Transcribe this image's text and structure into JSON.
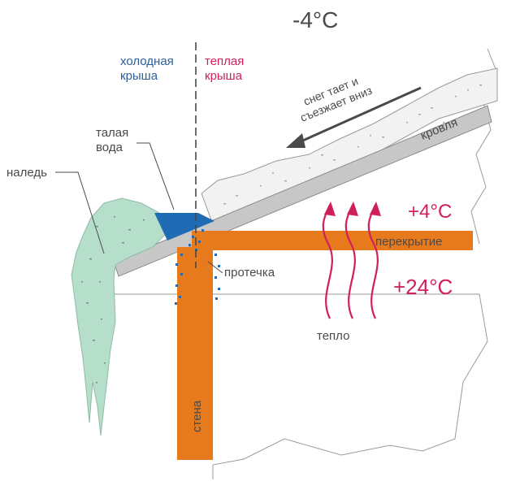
{
  "labels": {
    "outside_temp": "-4°C",
    "cold_roof_line1": "холодная",
    "cold_roof_line2": "крыша",
    "warm_roof_line1": "теплая",
    "warm_roof_line2": "крыша",
    "snow_line1": "снег тает и",
    "snow_line2": "съезжает вниз",
    "roof": "кровля",
    "meltwater_line1": "талая",
    "meltwater_line2": "вода",
    "ice": "наледь",
    "attic_temp": "+4°C",
    "ceiling": "перекрытие",
    "leak": "протечка",
    "room_temp": "+24°C",
    "heat": "тепло",
    "wall": "стена"
  },
  "colors": {
    "orange": "#e87a1e",
    "ice_green": "#b6dfcb",
    "water_blue": "#1f6cb4",
    "red": "#d11f5b",
    "gray_text": "#4a4a4a",
    "roof_gray": "#bfbfbf"
  }
}
